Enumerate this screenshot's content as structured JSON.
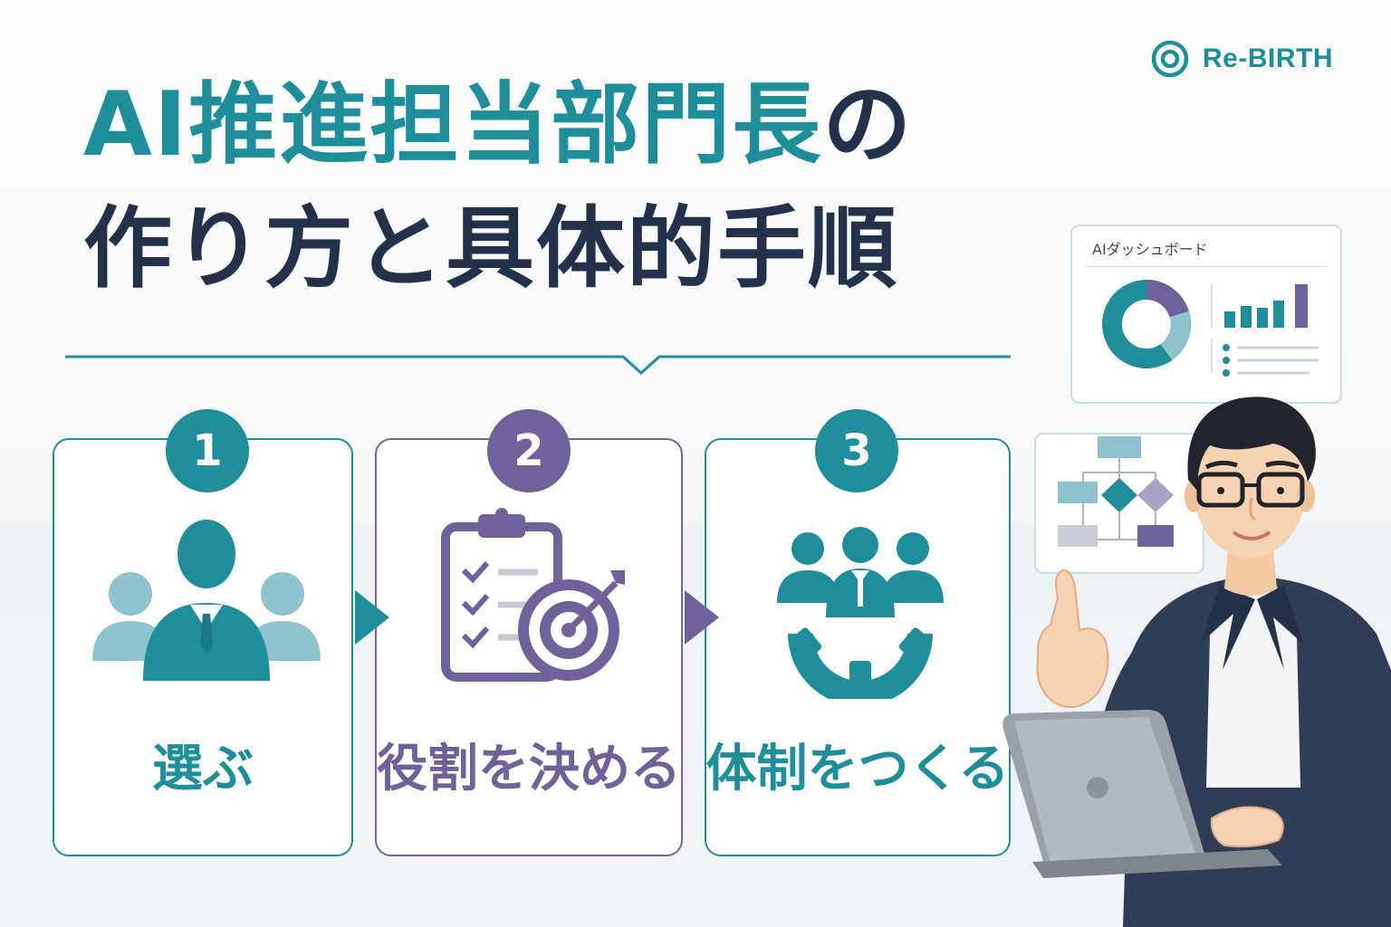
{
  "brand": {
    "name": "Re-BIRTH",
    "mark_icon": "ring-logo-icon",
    "color": "#1f8e9b"
  },
  "title": {
    "line1_main": "AI推進担当部門長",
    "line1_particle": "の",
    "line2": "作り方と具体的手順"
  },
  "colors": {
    "teal": "#1f8e9b",
    "purple": "#6f619a",
    "navy": "#23324a"
  },
  "steps": [
    {
      "number": "1",
      "label": "選ぶ",
      "icon": "people-leader-icon",
      "accent": "#1f8e9b"
    },
    {
      "number": "2",
      "label": "役割を決める",
      "icon": "checklist-target-icon",
      "accent": "#6f619a"
    },
    {
      "number": "3",
      "label": "体制をつくる",
      "icon": "team-gear-icon",
      "accent": "#1f8e9b"
    }
  ],
  "dashboard": {
    "title": "AIダッシュボード"
  },
  "illustration": {
    "person_icon": "businessman-laptop-icon",
    "flowchart_icon": "flowchart-icon"
  }
}
